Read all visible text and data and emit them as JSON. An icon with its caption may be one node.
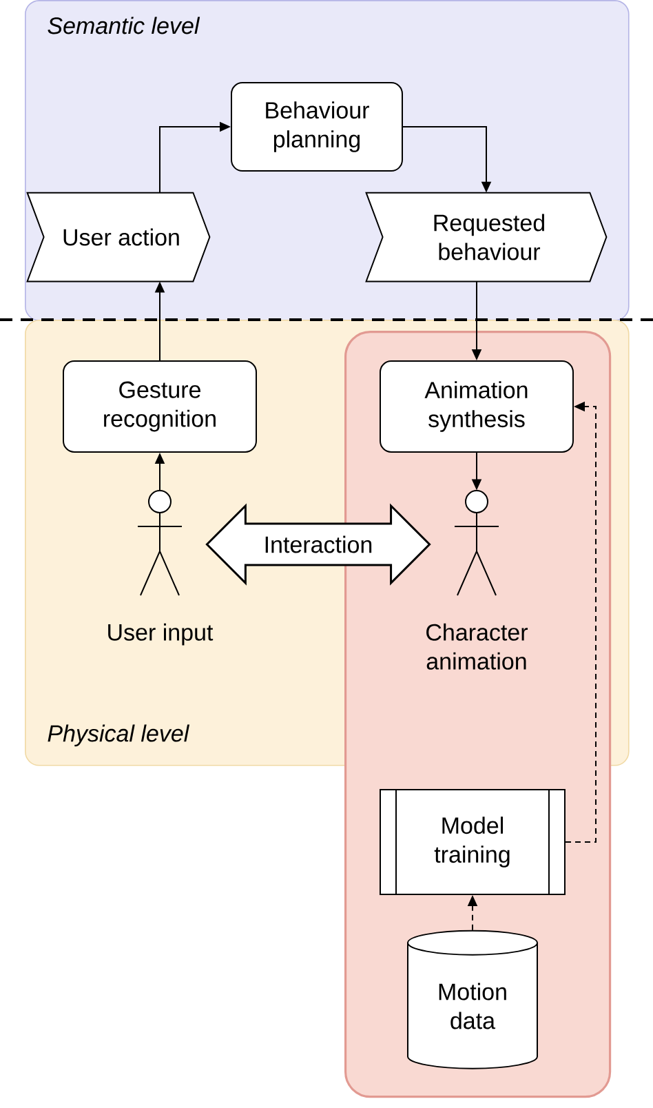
{
  "diagram": {
    "nodes": [
      {
        "text": [
          "Semantic level"
        ]
      },
      {
        "text": [
          "Physical level"
        ]
      },
      {
        "text": [],
        "shape": "box"
      },
      {
        "text": [
          "Behaviour planning"
        ],
        "in": 0
      },
      {
        "text": [
          "User action"
        ],
        "in": 0
      },
      {
        "text": [
          "Requested behaviour"
        ],
        "in": 0
      },
      {
        "text": [
          "Gesture recognition"
        ],
        "in": 1
      },
      {
        "text": [
          "Animation synthesis"
        ]
      },
      {
        "text": [
          "User input"
        ],
        "in": 1
      },
      {
        "text": [
          "Character animation"
        ]
      },
      {
        "text": [
          "Model training"
        ],
        "in": 2
      },
      {
        "text": [
          "Motion data"
        ],
        "in": 2
      }
    ],
    "edges": [
      {
        "from": 4,
        "to": 3,
        "arrow": "to"
      },
      {
        "from": 3,
        "to": 5,
        "arrow": "to"
      },
      {
        "from": 6,
        "to": 4,
        "arrow": "to"
      },
      {
        "from": 5,
        "to": 7,
        "arrow": "to"
      },
      {
        "from": 8,
        "to": 6,
        "arrow": "to"
      },
      {
        "from": 7,
        "to": 9,
        "arrow": "to"
      },
      {
        "from": 8,
        "to": 9,
        "arrow": "both",
        "label": "Interaction",
        "style": "thick"
      },
      {
        "from": 11,
        "to": 10,
        "arrow": "to",
        "style": "dashed"
      },
      {
        "from": 10,
        "to": 7,
        "arrow": "to",
        "style": "dashed"
      }
    ]
  }
}
